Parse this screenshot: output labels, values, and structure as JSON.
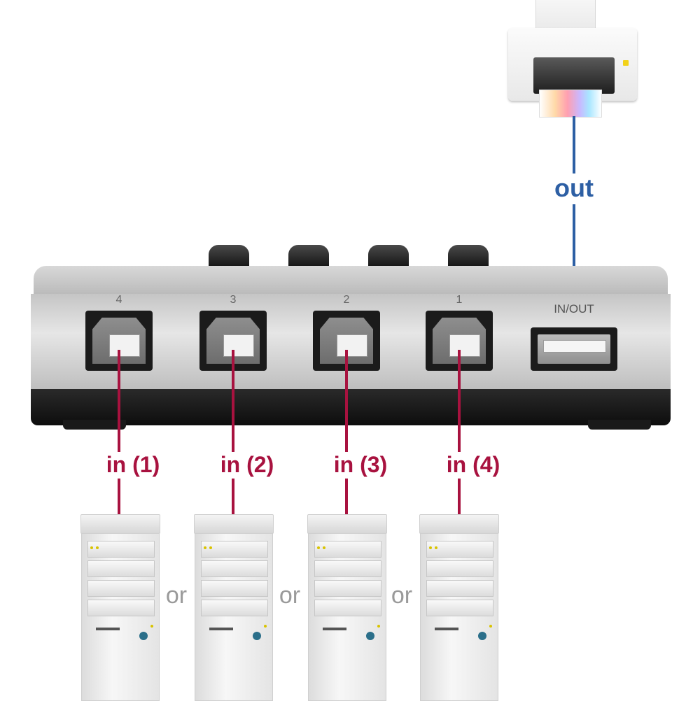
{
  "diagram": {
    "out_label": "out",
    "in_out_label": "IN/OUT",
    "port_numbers": [
      "4",
      "3",
      "2",
      "1"
    ],
    "in_labels": [
      "in (1)",
      "in (2)",
      "in (3)",
      "in (4)"
    ],
    "or_labels": [
      "or",
      "or",
      "or"
    ],
    "colors": {
      "out_line": "#2d5fa4",
      "in_line": "#a8123f"
    },
    "icons": [
      "printer-icon",
      "usb-switch-device",
      "usb-b-port-icon",
      "usb-a-port-icon",
      "desktop-pc-icon"
    ]
  }
}
